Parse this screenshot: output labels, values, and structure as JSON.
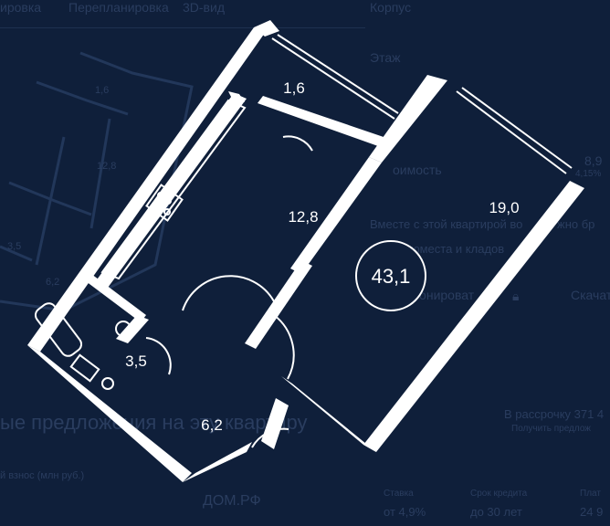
{
  "tabs": {
    "planirovka": "ировка",
    "pereplanirovka": "Перепланировка",
    "view3d": "3D-вид"
  },
  "side": {
    "korpus": "Корпус",
    "etazh": "Этаж",
    "stoimost": "оимость",
    "price": "8,9",
    "price_pct": "4,15%",
    "promo_line1": "Вместе с этой квартирой во",
    "promo_line1b": "жно бр",
    "promo_line2": "юместа и кладов",
    "reserve": "Забронироват",
    "download": "Скачат",
    "installment": "В рассрочку 371 4",
    "installment_sub": "Получить предлож",
    "rate_label": "Ставка",
    "rate_value": "от 4,9%",
    "term_label": "Срок кредита",
    "term_value": "до 30 лет",
    "payment_label": "Плат",
    "payment_value": "24 9"
  },
  "bottom": {
    "offers": "ые предложения на эту квартиру",
    "first_payment": "й взнос (млн руб.)",
    "bank": "ДОМ.РФ"
  },
  "ghost_plan": {
    "areas": [
      "1,6",
      "12,8",
      "3,5",
      "6,2"
    ]
  },
  "plan": {
    "total_area": "43,1",
    "rooms": {
      "balcony": "1,6",
      "kitchen": "12,8",
      "room": "19,0",
      "bathroom": "3,5",
      "hall": "6,2"
    }
  },
  "colors": {
    "background": "#0f1f3a",
    "wall": "#ffffff",
    "ghost": "#2a3d5f"
  }
}
